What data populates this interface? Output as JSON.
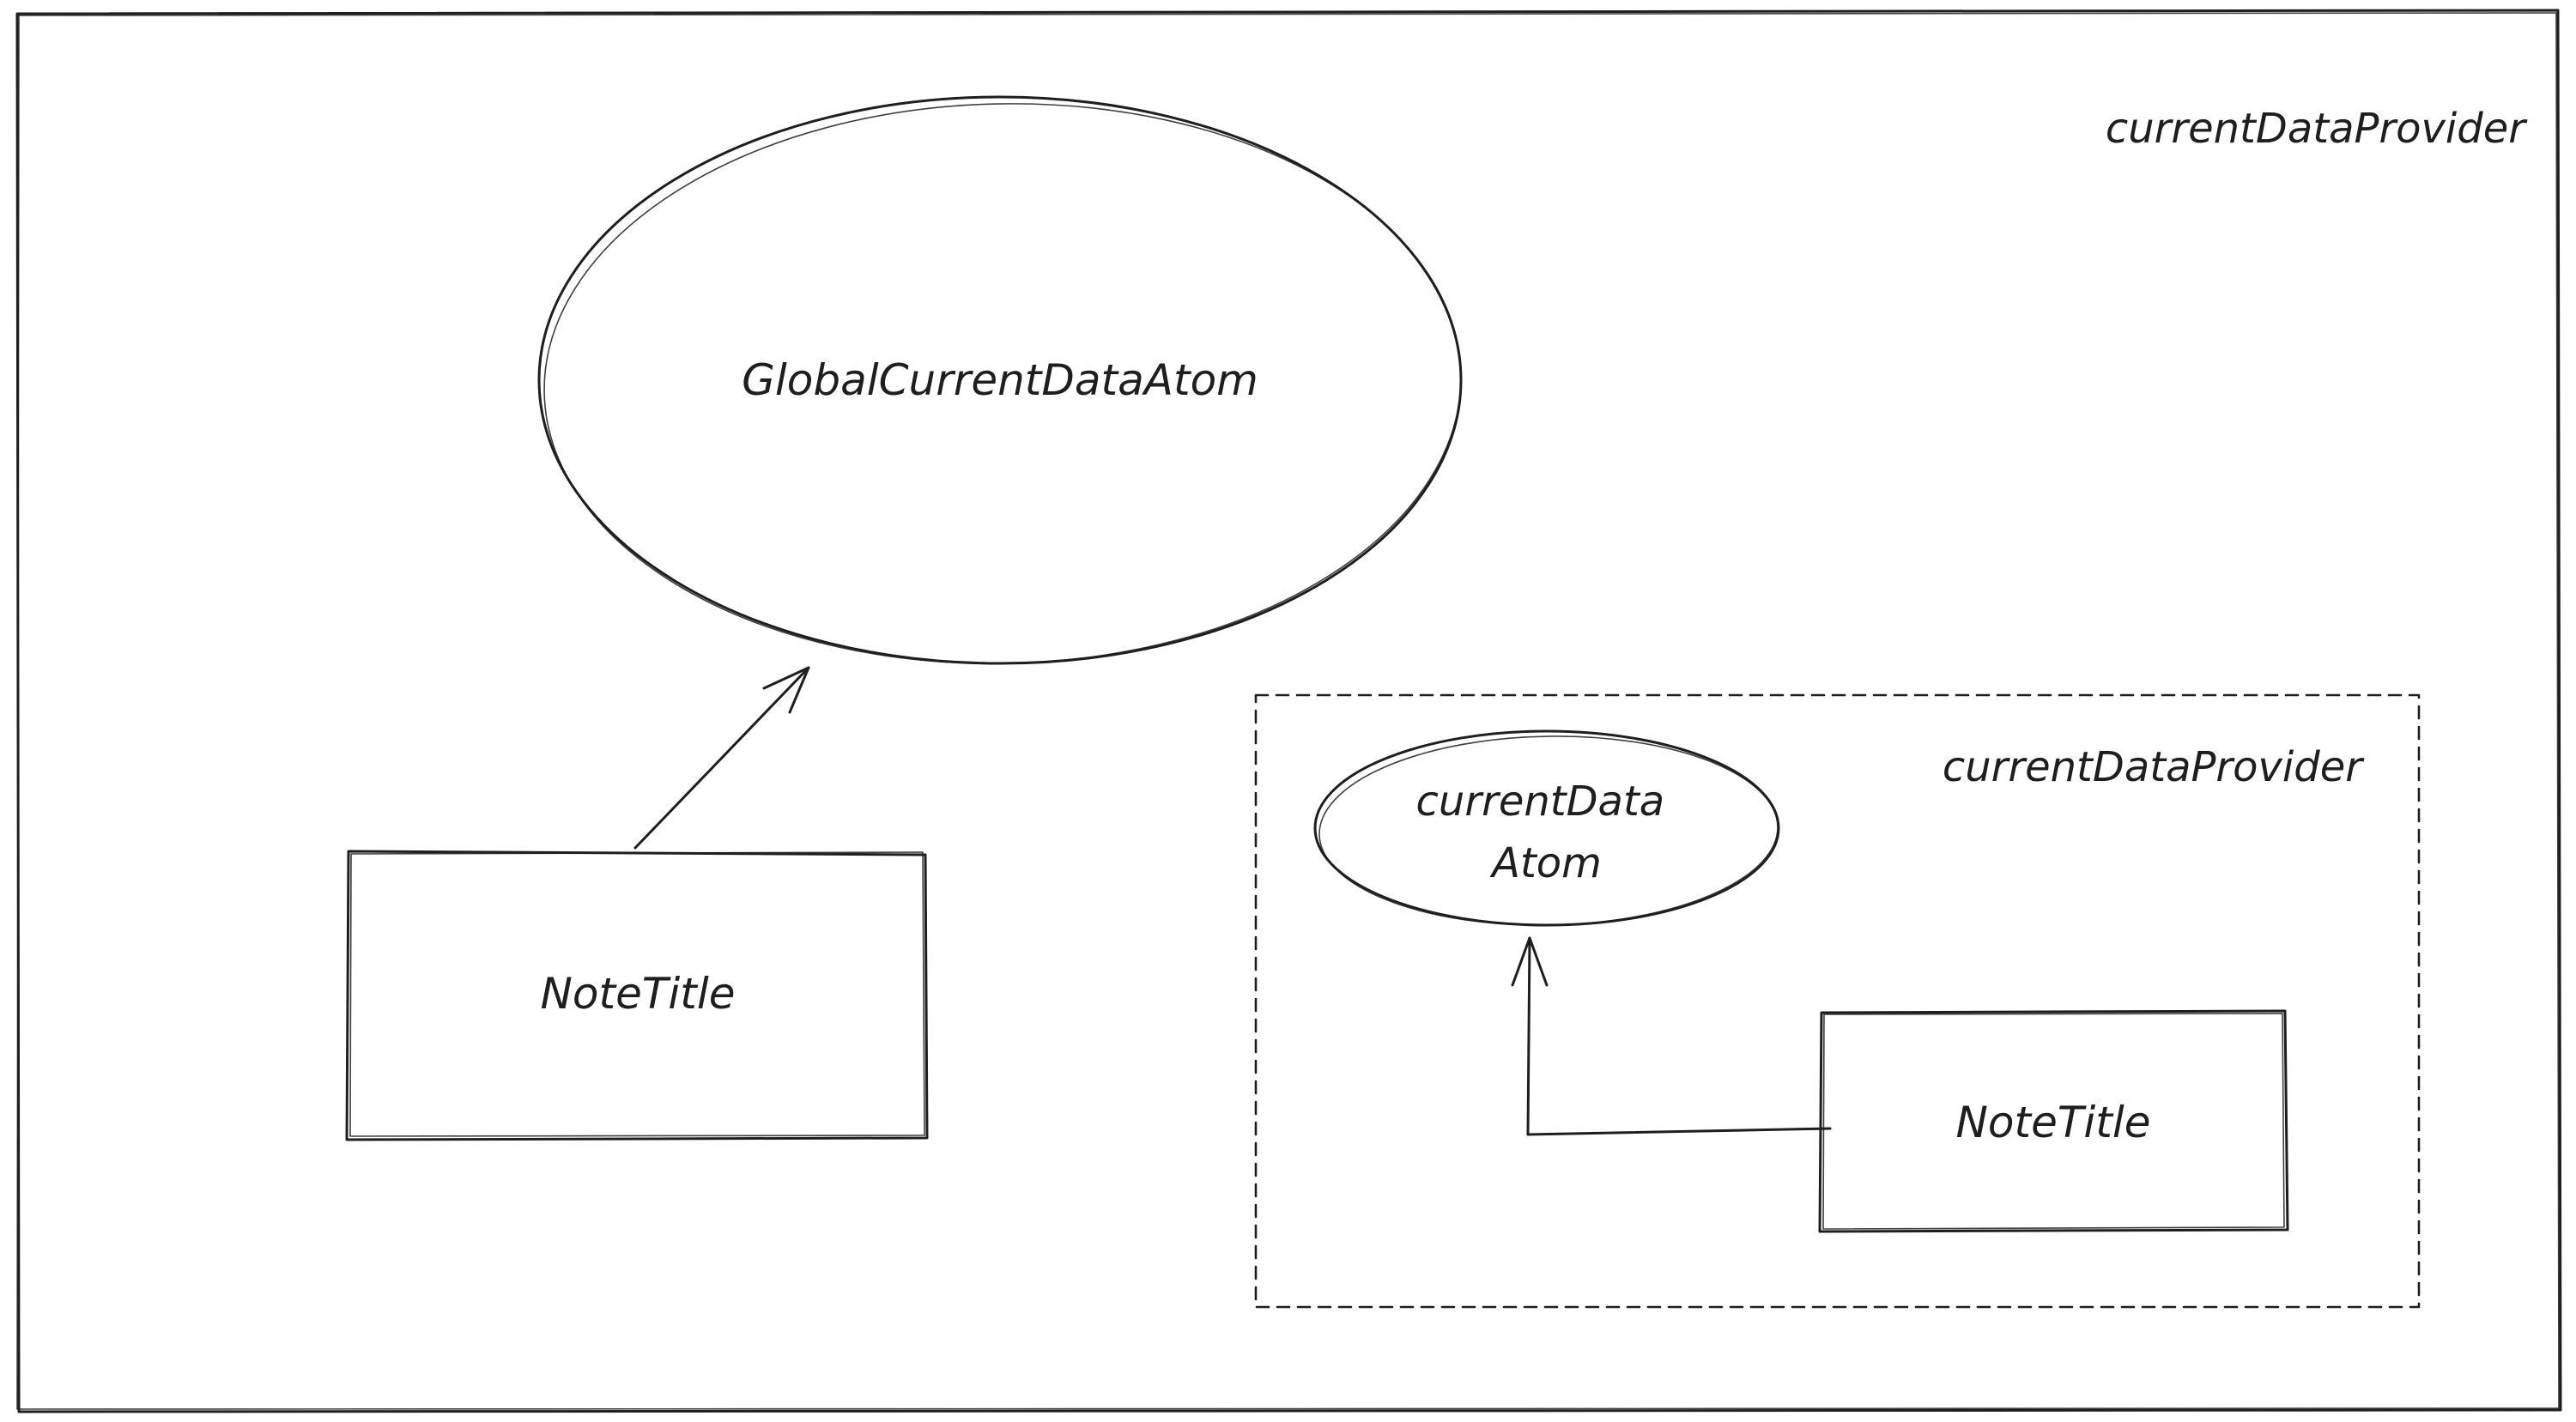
{
  "diagram": {
    "outer_container": {
      "label": "currentDataProvider"
    },
    "global_atom": {
      "label": "GlobalCurrentDataAtom"
    },
    "left_note_title": {
      "label": "NoteTitle"
    },
    "inner_container": {
      "label": "currentDataProvider"
    },
    "inner_atom": {
      "label_line1": "currentData",
      "label_line2": "Atom"
    },
    "right_note_title": {
      "label": "NoteTitle"
    }
  }
}
